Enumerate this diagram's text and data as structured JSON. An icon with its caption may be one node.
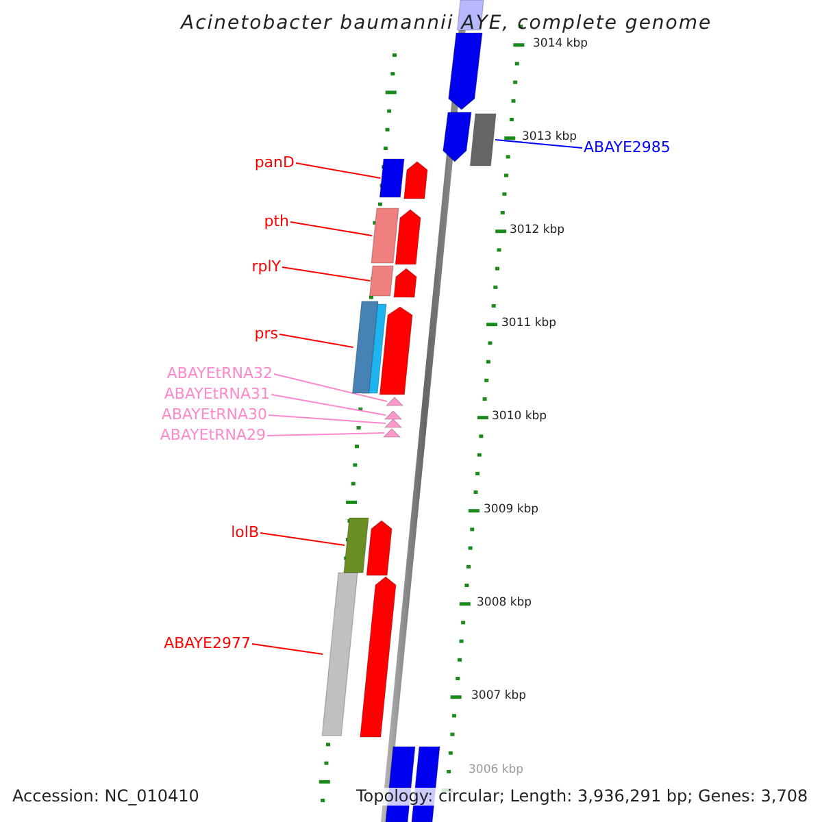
{
  "diagram": {
    "title": "Acinetobacter baumannii AYE, complete genome",
    "nodes": [
      {
        "text": [
          "panD"
        ]
      },
      {
        "text": [
          "pth"
        ]
      },
      {
        "text": [
          "rplY"
        ]
      },
      {
        "text": [
          "prs"
        ]
      },
      {
        "text": [
          "ABAYEtRNA32"
        ]
      },
      {
        "text": [
          "ABAYEtRNA31"
        ]
      },
      {
        "text": [
          "ABAYEtRNA30"
        ]
      },
      {
        "text": [
          "ABAYEtRNA29"
        ]
      },
      {
        "text": [
          "lolB"
        ]
      },
      {
        "text": [
          "ABAYE2977"
        ]
      },
      {
        "text": [
          "ABAYE2985"
        ]
      },
      {
        "text": [],
        "shape": "bar"
      },
      {
        "text": [],
        "shape": "bar"
      },
      {
        "text": [],
        "shape": "bar"
      },
      {
        "text": [],
        "shape": "bar"
      },
      {
        "text": [],
        "shape": "triangle"
      },
      {
        "text": [],
        "shape": "triangle"
      },
      {
        "text": [],
        "shape": "triangle"
      },
      {
        "text": [],
        "shape": "triangle"
      },
      {
        "text": [],
        "shape": "bar"
      },
      {
        "text": [],
        "shape": "bar"
      },
      {
        "text": [],
        "shape": "bar"
      },
      {
        "text": [],
        "shape": "bar"
      }
    ],
    "edges": [
      {
        "from": 0,
        "to": 11,
        "arrow": "none"
      },
      {
        "from": 1,
        "to": 12,
        "arrow": "none"
      },
      {
        "from": 2,
        "to": 13,
        "arrow": "none"
      },
      {
        "from": 3,
        "to": 14,
        "arrow": "none"
      },
      {
        "from": 4,
        "to": 15,
        "arrow": "none",
        "color": "#ff88cc"
      },
      {
        "from": 5,
        "to": 16,
        "arrow": "none",
        "color": "#ff88cc"
      },
      {
        "from": 6,
        "to": 17,
        "arrow": "none",
        "color": "#ff88cc"
      },
      {
        "from": 7,
        "to": 18,
        "arrow": "none",
        "color": "#ff88cc"
      },
      {
        "from": 8,
        "to": 19,
        "arrow": "none"
      },
      {
        "from": 9,
        "to": 20,
        "arrow": "none"
      },
      {
        "from": 10,
        "to": 21,
        "arrow": "none",
        "color": "#0000ff"
      }
    ],
    "labels": [
      "3014 kbp",
      "3013 kbp",
      "3012 kbp",
      "3011 kbp",
      "3010 kbp",
      "3009 kbp",
      "3008 kbp",
      "3007 kbp",
      "3006 kbp",
      "Accession: NC_010410",
      "Topology: circular; Length: 3,936,291 bp; Genes: 3,708"
    ]
  }
}
